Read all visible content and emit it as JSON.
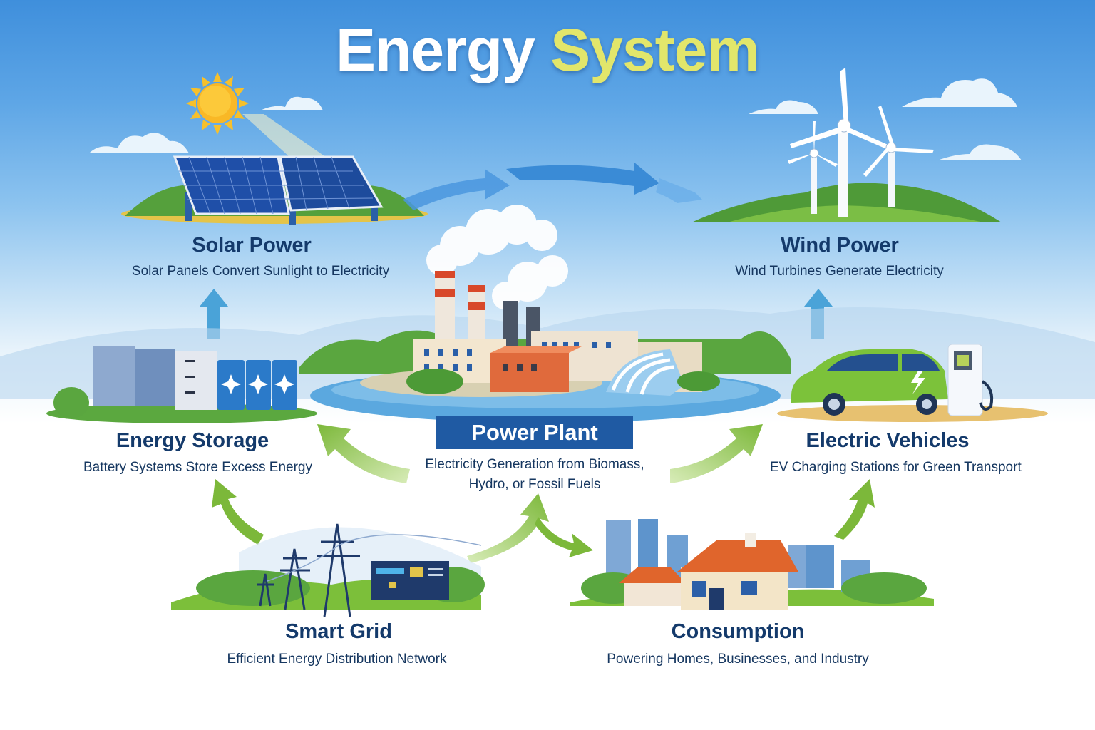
{
  "title": {
    "part1": "Energy",
    "part2": "System",
    "color_part1": "#ffffff",
    "color_part2": "#e2e66b"
  },
  "nodes": {
    "solar": {
      "heading": "Solar Power",
      "subtitle": "Solar Panels Convert Sunlight to Electricity",
      "icon": "solar-panel-icon"
    },
    "wind": {
      "heading": "Wind Power",
      "subtitle": "Wind Turbines Generate Electricity",
      "icon": "wind-turbine-icon"
    },
    "storage": {
      "heading": "Energy Storage",
      "subtitle": "Battery Systems Store Excess Energy",
      "icon": "battery-icon"
    },
    "power_plant": {
      "heading": "Power Plant",
      "subtitle_line1": "Electricity Generation from Biomass,",
      "subtitle_line2": "Hydro, or Fossil Fuels",
      "icon": "power-plant-icon"
    },
    "ev": {
      "heading": "Electric Vehicles",
      "subtitle": "EV Charging Stations for Green Transport",
      "icon": "electric-car-icon"
    },
    "grid": {
      "heading": "Smart Grid",
      "subtitle": "Efficient Energy Distribution Network",
      "icon": "transmission-tower-icon"
    },
    "consumption": {
      "heading": "Consumption",
      "subtitle": "Powering Homes, Businesses, and Industry",
      "icon": "house-icon"
    }
  },
  "flows": [
    {
      "from": "Solar Power",
      "to": "Wind Power",
      "color": "#3a8bd6"
    },
    {
      "from": "Energy Storage",
      "to": "Solar Power",
      "color": "#4aa3d8"
    },
    {
      "from": "Electric Vehicles",
      "to": "Wind Power",
      "color": "#4aa3d8"
    },
    {
      "from": "Power Plant",
      "to": "Energy Storage",
      "color": "#7cb83a"
    },
    {
      "from": "Power Plant",
      "to": "Electric Vehicles",
      "color": "#7cb83a"
    },
    {
      "from": "Smart Grid",
      "to": "Energy Storage",
      "color": "#7cb83a"
    },
    {
      "from": "Smart Grid",
      "to": "Power Plant",
      "color": "#7cb83a"
    },
    {
      "from": "Power Plant",
      "to": "Consumption",
      "color": "#7cb83a"
    },
    {
      "from": "Consumption",
      "to": "Electric Vehicles",
      "color": "#7cb83a"
    }
  ],
  "colors": {
    "heading": "#143a6b",
    "power_plant_box": "#1f5aa3",
    "green_arrow": "#7cb83a",
    "blue_arrow": "#3a8bd6"
  }
}
